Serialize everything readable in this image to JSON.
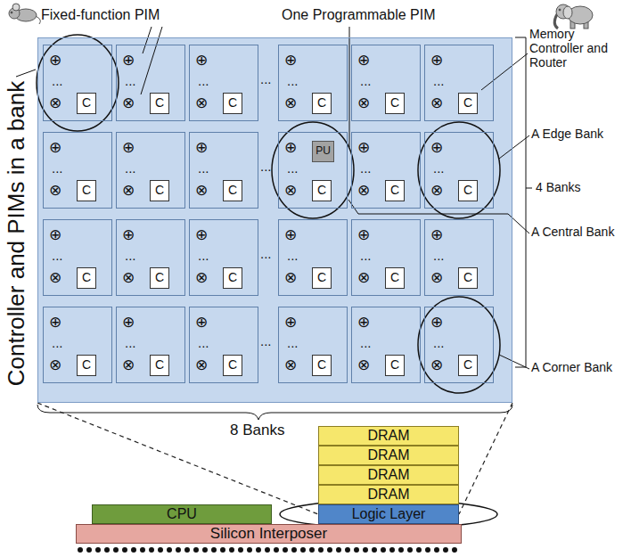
{
  "diagram": {
    "nodes": [
      {
        "text": [
          "Controller and PIMs in a bank"
        ]
      },
      {
        "text": [
          "⊕",
          "...",
          "⊗"
        ],
        "in": 0
      },
      {
        "text": [
          "C"
        ],
        "in": 1
      },
      {
        "text": [
          "⊕",
          "...",
          "⊗"
        ],
        "in": 0
      },
      {
        "text": [
          "C"
        ],
        "in": 3
      },
      {
        "text": [
          "⊕",
          "...",
          "⊗"
        ],
        "in": 0
      },
      {
        "text": [
          "C"
        ],
        "in": 5
      },
      {
        "text": [
          "⊕",
          "...",
          "⊗"
        ],
        "in": 0
      },
      {
        "text": [
          "C"
        ],
        "in": 7
      },
      {
        "text": [
          "⊕",
          "...",
          "⊗"
        ],
        "in": 0
      },
      {
        "text": [
          "C"
        ],
        "in": 9
      },
      {
        "text": [
          "⊕",
          "...",
          "⊗"
        ],
        "in": 0
      },
      {
        "text": [
          "C"
        ],
        "in": 11
      },
      {
        "text": [
          "⊕",
          "...",
          "⊗"
        ],
        "in": 0
      },
      {
        "text": [
          "C"
        ],
        "in": 13
      },
      {
        "text": [
          "⊕",
          "...",
          "⊗"
        ],
        "in": 0
      },
      {
        "text": [
          "C"
        ],
        "in": 15
      },
      {
        "text": [
          "⊕",
          "...",
          "⊗"
        ],
        "in": 0
      },
      {
        "text": [
          "C"
        ],
        "in": 17
      },
      {
        "text": [
          "⊕",
          "...",
          "⊗"
        ],
        "in": 0
      },
      {
        "text": [
          "PU"
        ],
        "in": 19
      },
      {
        "text": [
          "C"
        ],
        "in": 19
      },
      {
        "text": [
          "⊕",
          "...",
          "⊗"
        ],
        "in": 0
      },
      {
        "text": [
          "C"
        ],
        "in": 22
      },
      {
        "text": [
          "⊕",
          "...",
          "⊗"
        ],
        "in": 0
      },
      {
        "text": [
          "C"
        ],
        "in": 24
      },
      {
        "text": [
          "⊕",
          "...",
          "⊗"
        ],
        "in": 0
      },
      {
        "text": [
          "C"
        ],
        "in": 26
      },
      {
        "text": [
          "⊕",
          "...",
          "⊗"
        ],
        "in": 0
      },
      {
        "text": [
          "C"
        ],
        "in": 28
      },
      {
        "text": [
          "⊕",
          "...",
          "⊗"
        ],
        "in": 0
      },
      {
        "text": [
          "C"
        ],
        "in": 30
      },
      {
        "text": [
          "⊕",
          "...",
          "⊗"
        ],
        "in": 0
      },
      {
        "text": [
          "C"
        ],
        "in": 32
      },
      {
        "text": [
          "⊕",
          "...",
          "⊗"
        ],
        "in": 0
      },
      {
        "text": [
          "C"
        ],
        "in": 34
      },
      {
        "text": [
          "⊕",
          "...",
          "⊗"
        ],
        "in": 0
      },
      {
        "text": [
          "C"
        ],
        "in": 36
      },
      {
        "text": [
          "⊕",
          "...",
          "⊗"
        ],
        "in": 0
      },
      {
        "text": [
          "C"
        ],
        "in": 38
      },
      {
        "text": [
          "⊕",
          "...",
          "⊗"
        ],
        "in": 0
      },
      {
        "text": [
          "C"
        ],
        "in": 40
      },
      {
        "text": [
          "⊕",
          "...",
          "⊗"
        ],
        "in": 0
      },
      {
        "text": [
          "C"
        ],
        "in": 42
      },
      {
        "text": [
          "⊕",
          "...",
          "⊗"
        ],
        "in": 0
      },
      {
        "text": [
          "C"
        ],
        "in": 44
      },
      {
        "text": [
          "⊕",
          "...",
          "⊗"
        ],
        "in": 0
      },
      {
        "text": [
          "C"
        ],
        "in": 46
      },
      {
        "text": [
          "⊕",
          "...",
          "⊗"
        ],
        "in": 0
      },
      {
        "text": [
          "C"
        ],
        "in": 48
      },
      {
        "text": [
          "DRAM"
        ]
      },
      {
        "text": [
          "DRAM"
        ]
      },
      {
        "text": [
          "DRAM"
        ]
      },
      {
        "text": [
          "DRAM"
        ]
      },
      {
        "text": [
          "CPU"
        ]
      },
      {
        "text": [
          "Logic Layer"
        ]
      },
      {
        "text": [
          "Silicon Interposer"
        ]
      }
    ],
    "edges": [
      {
        "from": 0,
        "to": 55,
        "arrow": "none"
      },
      {
        "from": 0,
        "to": 55,
        "arrow": "none"
      }
    ],
    "labels": [
      "Fixed-function PIM",
      "One Programmable PIM",
      "Memory Controller and Router",
      "...",
      "A Edge Bank",
      "...",
      "4 Banks",
      "A Central Bank",
      "...",
      "...",
      "A Corner Bank",
      "8 Banks"
    ]
  }
}
